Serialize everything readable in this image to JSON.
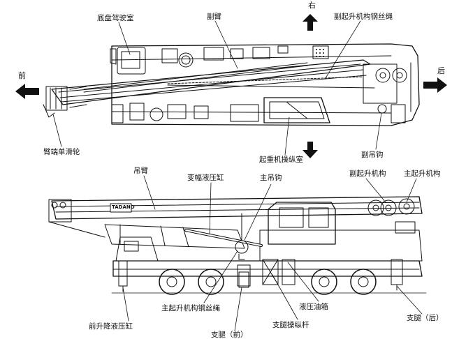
{
  "directions": {
    "right": "右",
    "front": "前",
    "rear": "后"
  },
  "top_view": {
    "chassis_cab": "底盘驾驶室",
    "jib": "副臂",
    "aux_hoist_rope": "副起升机构钢丝绳",
    "boom_head_sheave": "臂端单滑轮",
    "operator_cab": "起重机操纵室",
    "aux_hook": "副吊钩"
  },
  "side_view": {
    "boom": "吊臂",
    "luffing_cylinder": "变幅液压缸",
    "main_hook": "主吊钩",
    "aux_hoist": "副起升机构",
    "main_hoist": "主起升机构",
    "main_hoist_rope": "主起升机构钢丝绳",
    "hydraulic_tank": "液压油箱",
    "outrigger_control_lever": "支腿操纵杆",
    "front_lift_cylinder": "前升降液压缸",
    "outrigger_front": "支腿（前）",
    "outrigger_rear": "支腿（后）",
    "boom_brand": "TADANO"
  }
}
